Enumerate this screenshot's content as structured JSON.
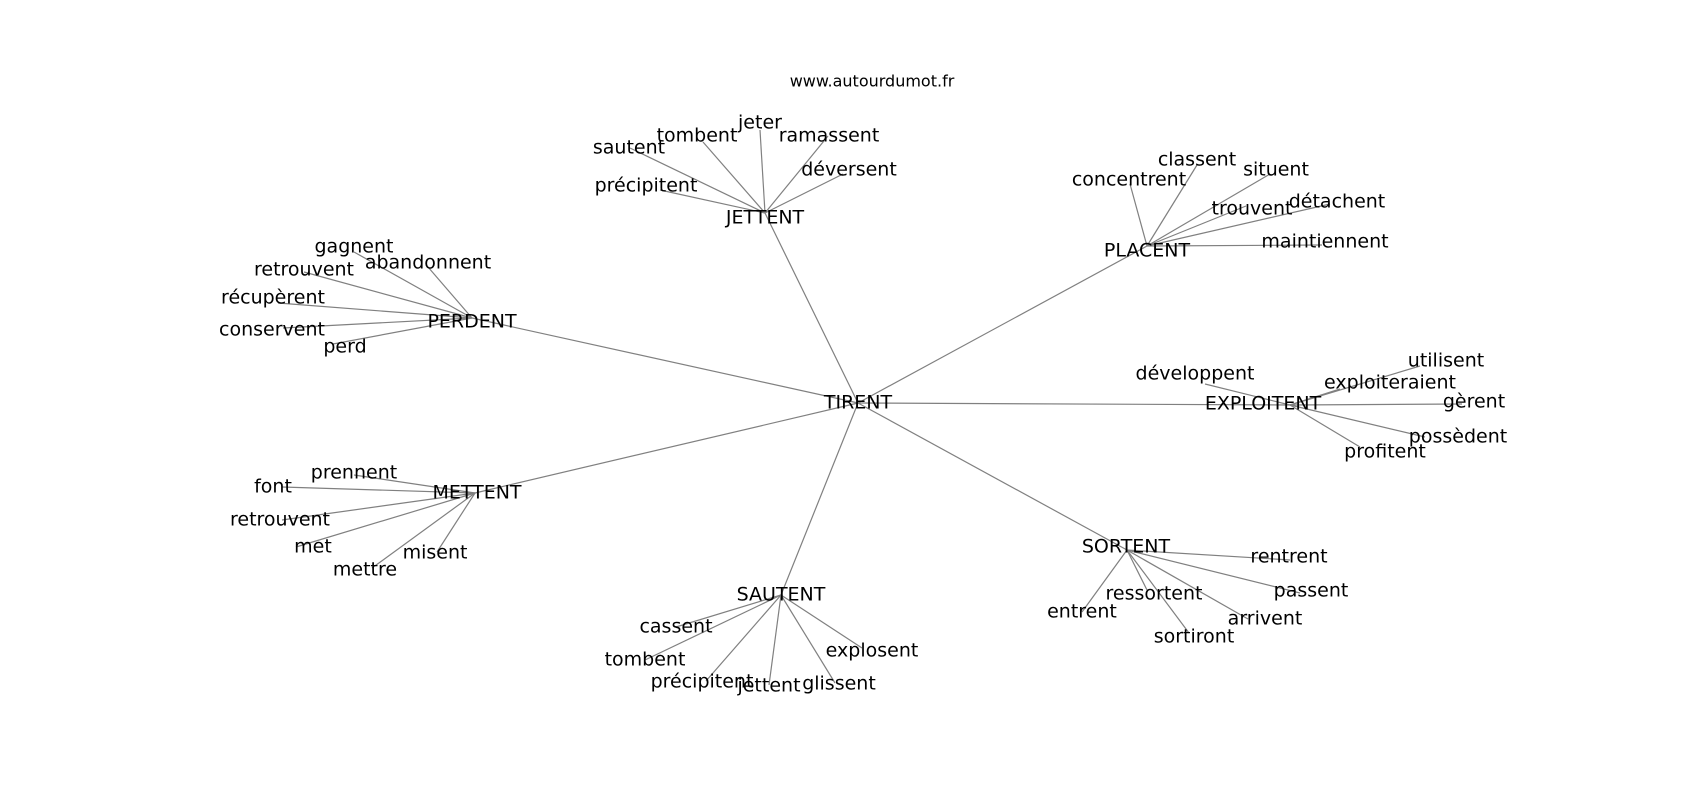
{
  "source": "www.autourdumot.fr",
  "root": "TIRENT",
  "clusters": [
    {
      "hub": "JETTENT",
      "leaves": [
        "sautent",
        "tombent",
        "jeter",
        "ramassent",
        "déversent",
        "précipitent"
      ]
    },
    {
      "hub": "PLACENT",
      "leaves": [
        "classent",
        "situent",
        "concentrent",
        "trouvent",
        "détachent",
        "maintiennent"
      ]
    },
    {
      "hub": "PERDENT",
      "leaves": [
        "gagnent",
        "retrouvent",
        "abandonnent",
        "récupèrent",
        "conservent",
        "perd"
      ]
    },
    {
      "hub": "EXPLOITENT",
      "leaves": [
        "utilisent",
        "développent",
        "exploiteraient",
        "gèrent",
        "possèdent",
        "profitent"
      ]
    },
    {
      "hub": "METTENT",
      "leaves": [
        "prennent",
        "font",
        "retrouvent",
        "met",
        "misent",
        "mettre"
      ]
    },
    {
      "hub": "SORTENT",
      "leaves": [
        "rentrent",
        "ressortent",
        "passent",
        "entrent",
        "arrivent",
        "sortiront"
      ]
    },
    {
      "hub": "SAUTENT",
      "leaves": [
        "cassent",
        "tombent",
        "explosent",
        "précipitent",
        "jettent",
        "glissent"
      ]
    }
  ]
}
